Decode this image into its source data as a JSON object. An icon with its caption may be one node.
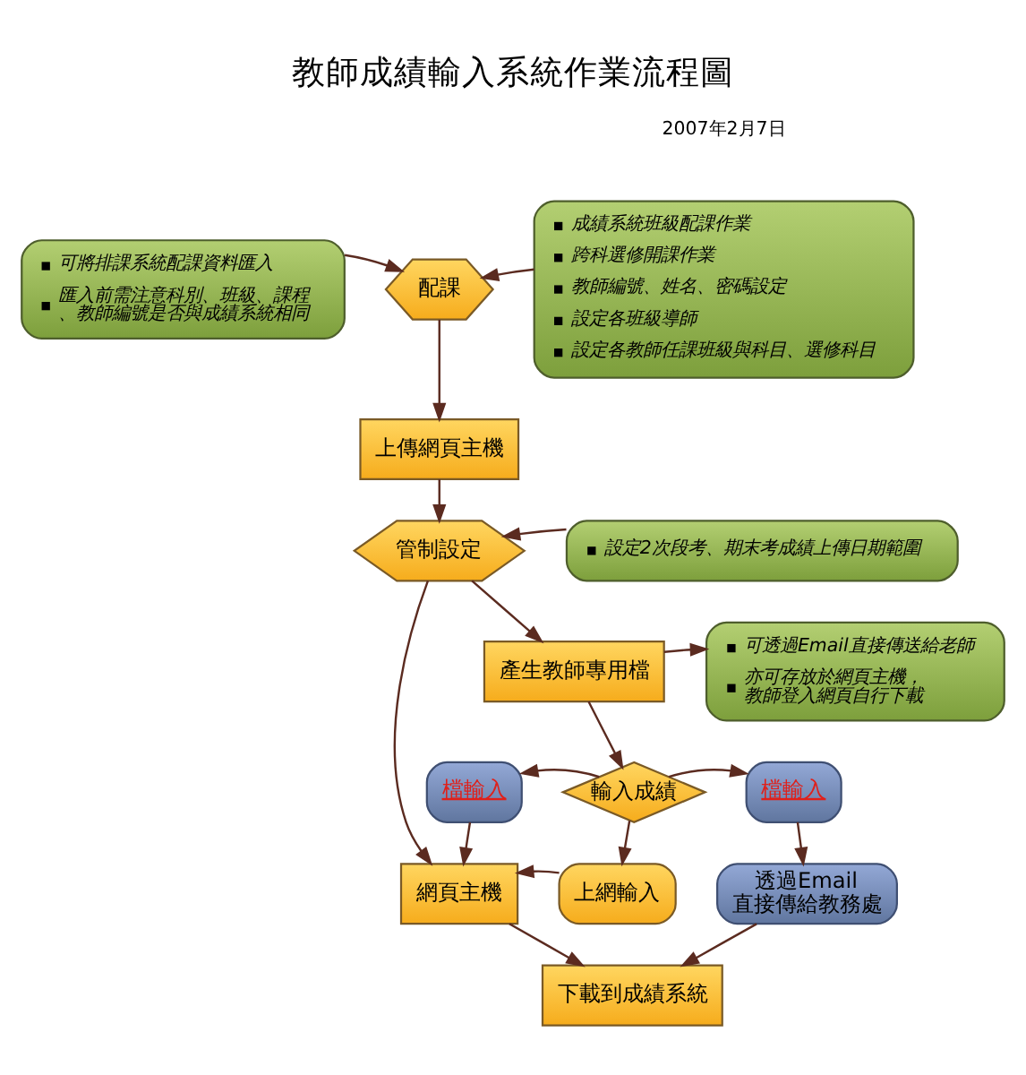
{
  "diagram": {
    "title": "教師成績輸入系統作業流程圖",
    "nodes": [
      {
        "text": [
          "可將排課系統配課資料匯入",
          "匯入前需注意科別、班級、課程、教師編號是否與成績系統相同"
        ]
      },
      {
        "text": [
          "配課"
        ]
      },
      {
        "text": [
          "成績系統班級配課作業",
          "跨科選修開課作業",
          "教師編號、姓名、密碼設定",
          "設定各班級導師",
          "設定各教師任課班級與科目、選修科目"
        ]
      },
      {
        "text": [
          "上傳網頁主機"
        ]
      },
      {
        "text": [
          "管制設定"
        ]
      },
      {
        "text": [
          "設定2次段考、期末考成績上傳日期範圍"
        ]
      },
      {
        "text": [
          "產生教師專用檔"
        ]
      },
      {
        "text": [
          "可透過Email直接傳送給老師",
          "亦可存放於網頁主機，教師登入網頁自行下載"
        ]
      },
      {
        "text": [
          "檔輸入"
        ]
      },
      {
        "text": [
          "輸入成績"
        ]
      },
      {
        "text": [
          "檔輸入"
        ]
      },
      {
        "text": [
          "網頁主機"
        ]
      },
      {
        "text": [
          "上網輸入"
        ]
      },
      {
        "text": [
          "透過Email直接傳給教務處"
        ]
      },
      {
        "text": [
          "下載到成績系統"
        ]
      }
    ],
    "edges": [
      {
        "from": 0,
        "to": 1,
        "arrow": "to"
      },
      {
        "from": 2,
        "to": 1,
        "arrow": "to"
      },
      {
        "from": 1,
        "to": 3,
        "arrow": "to"
      },
      {
        "from": 3,
        "to": 4,
        "arrow": "to"
      },
      {
        "from": 5,
        "to": 4,
        "arrow": "to"
      },
      {
        "from": 4,
        "to": 11,
        "arrow": "to"
      },
      {
        "from": 4,
        "to": 6,
        "arrow": "to"
      },
      {
        "from": 6,
        "to": 7,
        "arrow": "to"
      },
      {
        "from": 6,
        "to": 9,
        "arrow": "to"
      },
      {
        "from": 9,
        "to": 8,
        "arrow": "to"
      },
      {
        "from": 9,
        "to": 10,
        "arrow": "to"
      },
      {
        "from": 9,
        "to": 12,
        "arrow": "to"
      },
      {
        "from": 8,
        "to": 11,
        "arrow": "to"
      },
      {
        "from": 12,
        "to": 11,
        "arrow": "to"
      },
      {
        "from": 10,
        "to": 13,
        "arrow": "to"
      },
      {
        "from": 11,
        "to": 14,
        "arrow": "to"
      },
      {
        "from": 13,
        "to": 14,
        "arrow": "to"
      }
    ],
    "labels": [
      "2007年2月7日"
    ]
  }
}
